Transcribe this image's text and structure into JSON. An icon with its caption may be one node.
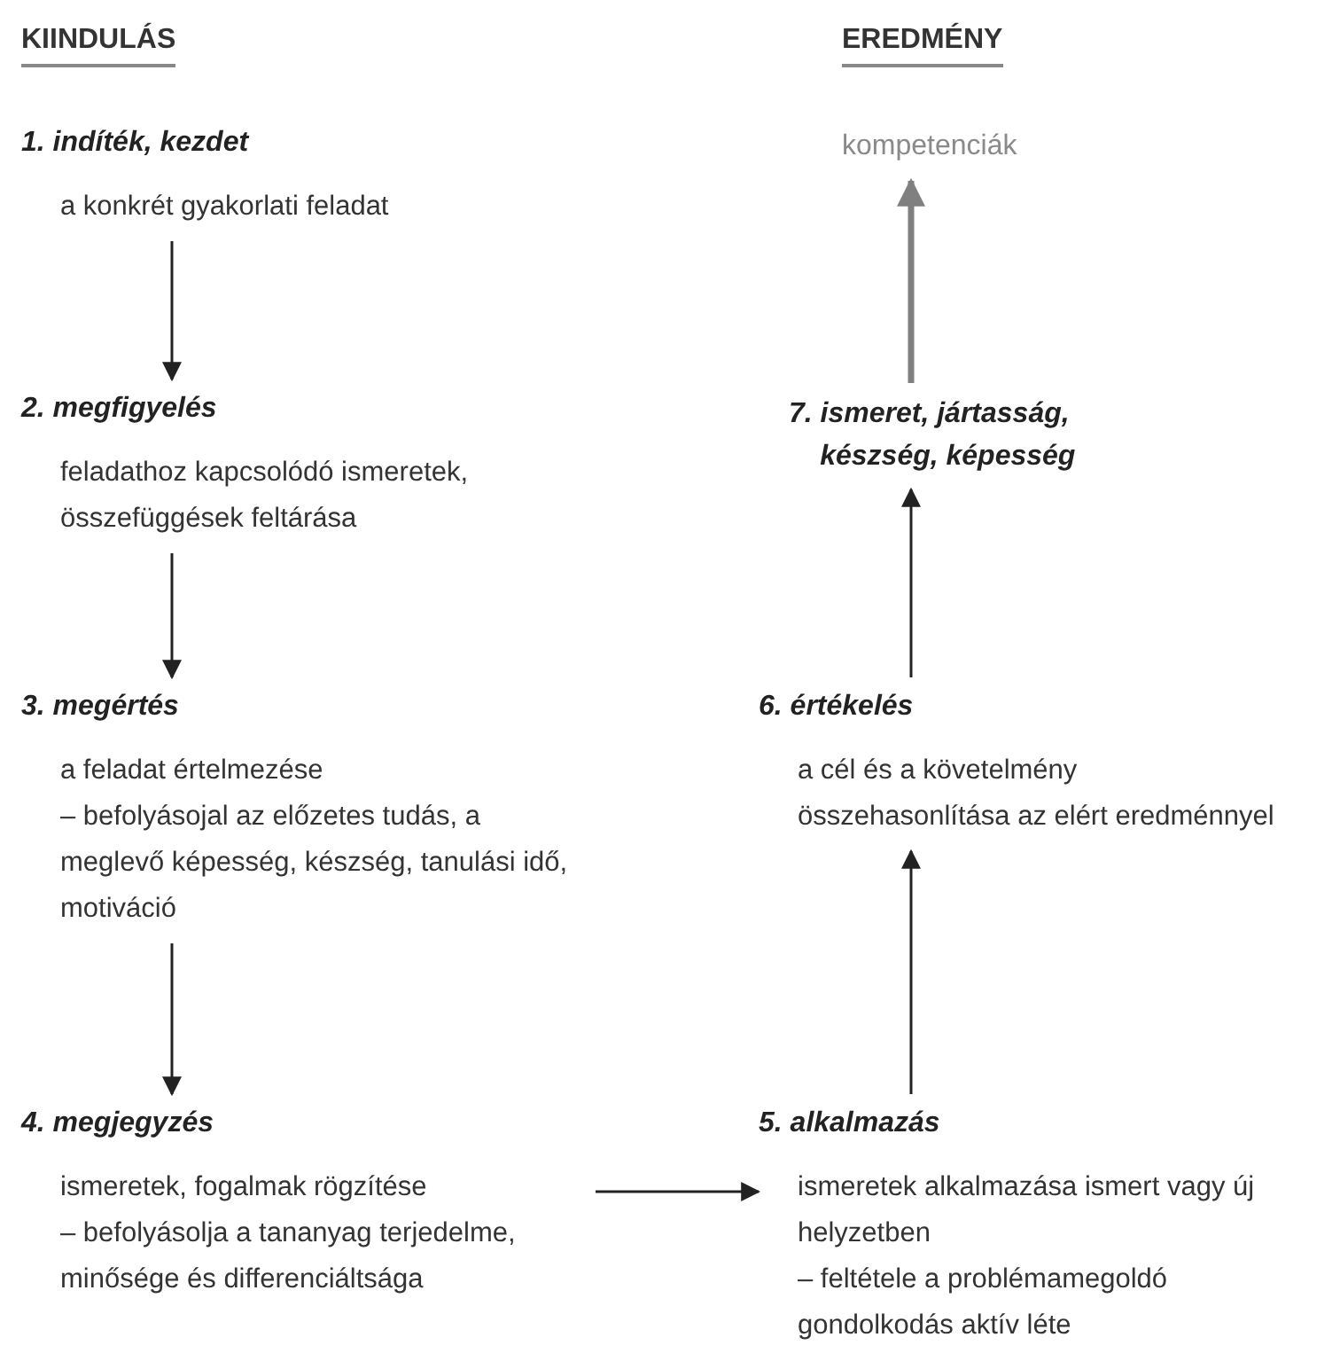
{
  "diagram": {
    "nodes": [
      {
        "text": [
          "1. indíték, kezdet",
          "a konkrét gyakorlati feladat"
        ]
      },
      {
        "text": [
          "2. megfigyelés",
          "feladathoz kapcsolódó ismeretek, összefüggések feltárása"
        ]
      },
      {
        "text": [
          "3. megértés",
          "a feladat értelmezése",
          "– befolyásojal az előzetes tudás, a meglevő képesség, készség, tanulási idő, motiváció"
        ]
      },
      {
        "text": [
          "4. megjegyzés",
          "ismeretek, fogalmak rögzítése",
          "– befolyásolja a tananyag terjedelme, minősége és differenciáltsága"
        ]
      },
      {
        "text": [
          "5. alkalmazás",
          "ismeretek alkalmazása ismert vagy új helyzetben",
          "– feltétele a problémamegoldó gondolkodás aktív léte"
        ]
      },
      {
        "text": [
          "6. értékelés",
          "a cél és a követelmény összehasonlítása az elért eredménnyel"
        ]
      },
      {
        "text": [
          "7. ismeret, jártasság, készség, képesség"
        ]
      },
      {
        "text": [
          "kompetenciák"
        ]
      }
    ],
    "edges": [
      {
        "from": 0,
        "to": 1,
        "arrow": "to"
      },
      {
        "from": 1,
        "to": 2,
        "arrow": "to"
      },
      {
        "from": 2,
        "to": 3,
        "arrow": "to"
      },
      {
        "from": 3,
        "to": 4,
        "arrow": "to"
      },
      {
        "from": 4,
        "to": 5,
        "arrow": "to"
      },
      {
        "from": 5,
        "to": 6,
        "arrow": "to"
      },
      {
        "from": 6,
        "to": 7,
        "arrow": "to",
        "style": "thick",
        "color": "#808080"
      }
    ],
    "labels": [
      "KIINDULÁS",
      "EREDMÉNY"
    ]
  }
}
